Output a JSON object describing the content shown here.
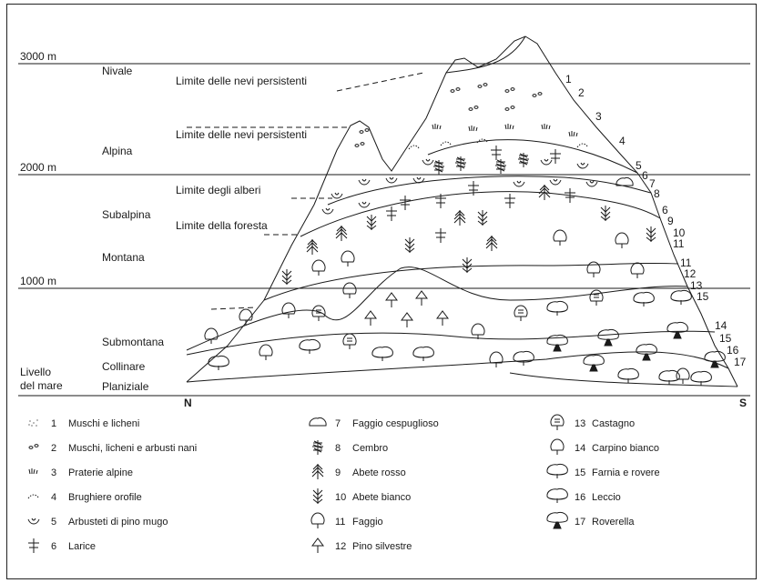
{
  "altitudes": {
    "m3000": "3000 m",
    "m2000": "2000 m",
    "m1000": "1000 m",
    "sea": "Livello\ndel mare"
  },
  "sea_line1": "Livello",
  "sea_line2": "del mare",
  "belts": {
    "nivale": "Nivale",
    "alpina": "Alpina",
    "subalpina": "Subalpina",
    "montana": "Montana",
    "submontana": "Submontana",
    "collinare": "Collinare",
    "planiziale": "Planiziale"
  },
  "limits": {
    "nevi_1": "Limite delle nevi persistenti",
    "nevi_2": "Limite delle nevi persistenti",
    "alberi": "Limite degli alberi",
    "foresta": "Limite della foresta"
  },
  "compass": {
    "north": "N",
    "south": "S"
  },
  "zone_numbers": [
    "1",
    "2",
    "3",
    "4",
    "5",
    "6",
    "7",
    "8",
    "6",
    "9",
    "10",
    "11",
    "11",
    "12",
    "13",
    "15",
    "14",
    "15",
    "16",
    "17"
  ],
  "legend": [
    {
      "num": "1",
      "label": "Muschi e licheni",
      "icon": "dots-icon"
    },
    {
      "num": "2",
      "label": "Muschi, licheni e arbusti nani",
      "icon": "pebbles-icon"
    },
    {
      "num": "3",
      "label": "Praterie alpine",
      "icon": "grass-tufts-icon"
    },
    {
      "num": "4",
      "label": "Brughiere orofile",
      "icon": "heath-arc-icon"
    },
    {
      "num": "5",
      "label": "Arbusteti di pino mugo",
      "icon": "shrub-icon"
    },
    {
      "num": "6",
      "label": "Larice",
      "icon": "larch-icon"
    },
    {
      "num": "7",
      "label": "Faggio cespuglioso",
      "icon": "bush-icon"
    },
    {
      "num": "8",
      "label": "Cembro",
      "icon": "stone-pine-icon"
    },
    {
      "num": "9",
      "label": "Abete rosso",
      "icon": "spruce-icon"
    },
    {
      "num": "10",
      "label": "Abete bianco",
      "icon": "fir-icon"
    },
    {
      "num": "11",
      "label": "Faggio",
      "icon": "beech-icon"
    },
    {
      "num": "12",
      "label": "Pino silvestre",
      "icon": "scots-pine-icon"
    },
    {
      "num": "13",
      "label": "Castagno",
      "icon": "chestnut-icon"
    },
    {
      "num": "14",
      "label": "Carpino bianco",
      "icon": "hornbeam-icon"
    },
    {
      "num": "15",
      "label": "Farnia e rovere",
      "icon": "oak-icon"
    },
    {
      "num": "16",
      "label": "Leccio",
      "icon": "holm-oak-icon"
    },
    {
      "num": "17",
      "label": "Roverella",
      "icon": "downy-oak-icon"
    }
  ]
}
